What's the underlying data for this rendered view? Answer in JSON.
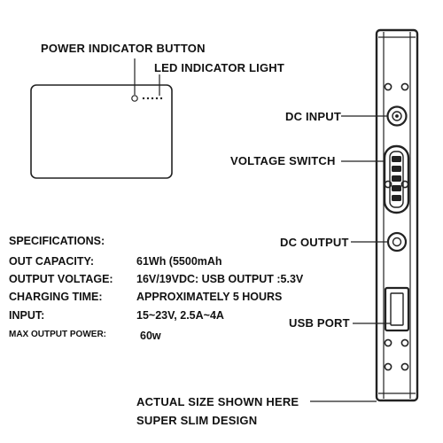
{
  "labels": {
    "power_indicator_button": "POWER INDICATOR BUTTON",
    "led_indicator_light": "LED INDICATOR LIGHT",
    "dc_input": "DC INPUT",
    "voltage_switch": "VOLTAGE SWITCH",
    "dc_output": "DC OUTPUT",
    "usb_port": "USB PORT",
    "actual_size": "ACTUAL SIZE SHOWN HERE",
    "super_slim": "SUPER SLIM DESIGN"
  },
  "specifications": {
    "heading": "SPECIFICATIONS:",
    "rows": [
      {
        "key": "OUT CAPACITY:",
        "value": "61Wh (5500mAh"
      },
      {
        "key": "OUTPUT VOLTAGE:",
        "value": "16V/19VDC: USB OUTPUT :5.3V"
      },
      {
        "key": "CHARGING TIME:",
        "value": "APPROXIMATELY 5 HOURS"
      },
      {
        "key": "INPUT:",
        "value": "15~23V, 2.5A~4A"
      },
      {
        "key": "MAX OUTPUT POWER:",
        "value": "60w"
      }
    ]
  }
}
